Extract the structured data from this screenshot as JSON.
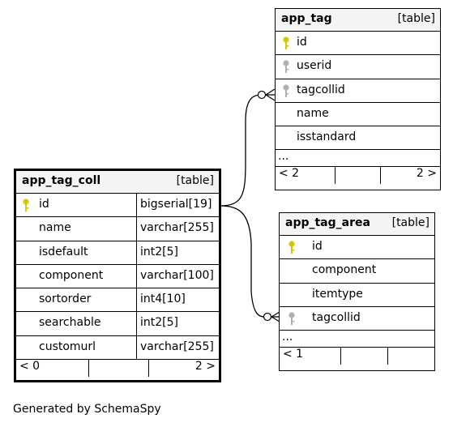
{
  "footer": {
    "generated": "Generated by SchemaSpy"
  },
  "tables": {
    "app_tag_coll": {
      "name": "app_tag_coll",
      "kind": "[table]",
      "columns": [
        {
          "name": "id",
          "type": "bigserial[19]",
          "key": "primary"
        },
        {
          "name": "name",
          "type": "varchar[255]",
          "key": "none"
        },
        {
          "name": "isdefault",
          "type": "int2[5]",
          "key": "none"
        },
        {
          "name": "component",
          "type": "varchar[100]",
          "key": "none"
        },
        {
          "name": "sortorder",
          "type": "int4[10]",
          "key": "none"
        },
        {
          "name": "searchable",
          "type": "int2[5]",
          "key": "none"
        },
        {
          "name": "customurl",
          "type": "varchar[255]",
          "key": "none"
        }
      ],
      "parents": "< 0",
      "children": "2 >"
    },
    "app_tag": {
      "name": "app_tag",
      "kind": "[table]",
      "columns": [
        {
          "name": "id",
          "key": "primary"
        },
        {
          "name": "userid",
          "key": "foreign"
        },
        {
          "name": "tagcollid",
          "key": "foreign"
        },
        {
          "name": "name",
          "key": "none"
        },
        {
          "name": "isstandard",
          "key": "none"
        }
      ],
      "more": "...",
      "parents": "< 2",
      "children": "2 >"
    },
    "app_tag_area": {
      "name": "app_tag_area",
      "kind": "[table]",
      "columns": [
        {
          "name": "id",
          "key": "primary"
        },
        {
          "name": "component",
          "key": "none"
        },
        {
          "name": "itemtype",
          "key": "none"
        },
        {
          "name": "tagcollid",
          "key": "foreign"
        }
      ],
      "more": "...",
      "parents": "< 1"
    }
  },
  "colors": {
    "primary_key": "#d6c800",
    "foreign_key": "#b0b0b0",
    "header_bg": "#f4f4f4"
  }
}
